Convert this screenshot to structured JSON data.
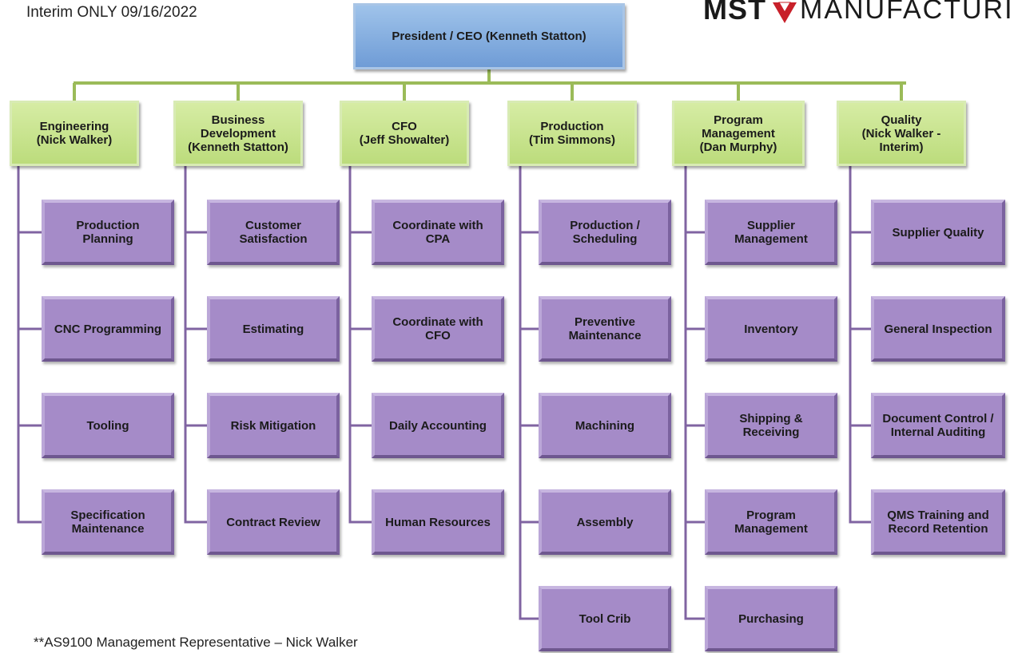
{
  "header": {
    "interim_note": "Interim ONLY 09/16/2022"
  },
  "logo": {
    "left_text": "MST",
    "right_text": "MANUFACTURING",
    "mark_color": "#c8202a"
  },
  "footnote": "**AS9100 Management Representative – Nick Walker",
  "colors": {
    "top": "#7fa9de",
    "head": "#c8e28f",
    "item": "#a58bc8",
    "line_green": "#9bbb59",
    "line_purple": "#8064a2"
  },
  "president": "President / CEO  (Kenneth Statton)",
  "departments": [
    {
      "title": "Engineering\n(Nick Walker)",
      "items": [
        "Production\nPlanning",
        "CNC Programming",
        "Tooling",
        "Specification\nMaintenance"
      ]
    },
    {
      "title": "Business\nDevelopment\n(Kenneth Statton)",
      "items": [
        "Customer\nSatisfaction",
        "Estimating",
        "Risk Mitigation",
        "Contract Review"
      ]
    },
    {
      "title": "CFO\n(Jeff Showalter)",
      "items": [
        "Coordinate with\nCPA",
        "Coordinate with\nCFO",
        "Daily Accounting",
        "Human Resources"
      ]
    },
    {
      "title": "Production\n(Tim Simmons)",
      "items": [
        "Production /\nScheduling",
        "Preventive\nMaintenance",
        "Machining",
        "Assembly",
        "Tool Crib"
      ]
    },
    {
      "title": "Program\nManagement\n(Dan Murphy)",
      "items": [
        "Supplier\nManagement",
        "Inventory",
        "Shipping &\nReceiving",
        "Program\nManagement",
        "Purchasing"
      ]
    },
    {
      "title": "Quality\n(Nick Walker -\nInterim)",
      "items": [
        "Supplier Quality",
        "General Inspection",
        "Document Control /\nInternal Auditing",
        "QMS Training and\nRecord Retention"
      ]
    }
  ]
}
